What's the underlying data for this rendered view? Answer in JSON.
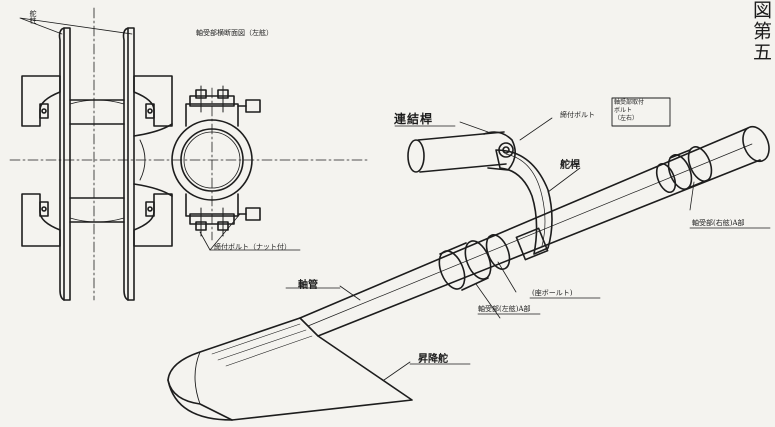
{
  "figure_number": "図第五",
  "cross_section_title": "軸受部横断面図（左舷）",
  "labels": {
    "rudder_post_left": "舵柱",
    "clamp_bolt": "締付ボルト（ナット付）",
    "connecting_rod": "連結桿",
    "tiller_arm": "舵桿",
    "bearing_right": "軸受部(右舷)A部",
    "bearing_center_bolt": "(座ボールト)",
    "bearing_center": "軸受部(左舷)A部",
    "shaft_tube": "軸管",
    "rudder_blade": "昇降舵",
    "top_bolt_note": "締付ボルト"
  },
  "note_box": [
    "軸受部取付",
    "ボルト",
    "（左右）"
  ],
  "colors": {
    "ink": "#1d1d1d",
    "paper": "#f4f3ef"
  }
}
